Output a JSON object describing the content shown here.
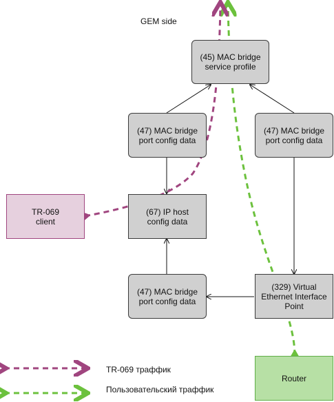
{
  "title": "GEM side",
  "colors": {
    "tr069": "#a0457f",
    "user": "#6cc13d",
    "node": "#d0d0d0"
  },
  "nodes": {
    "mac_bridge_profile": {
      "line1": "(45) MAC bridge",
      "line2": "service profile"
    },
    "port_config_left": {
      "line1": "(47) MAC bridge",
      "line2": "port config data"
    },
    "port_config_right": {
      "line1": "(47) MAC bridge",
      "line2": "port config data"
    },
    "ip_host": {
      "line1": "(67) IP host",
      "line2": "config data"
    },
    "tr069_client": {
      "line1": "TR-069",
      "line2": "client"
    },
    "port_config_bottom": {
      "line1": "(47) MAC bridge",
      "line2": "port config data"
    },
    "veip": {
      "line1": "(329) Virtual",
      "line2": "Ethernet Interface",
      "line3": "Point"
    },
    "router": {
      "label": "Router"
    }
  },
  "legend": {
    "tr069_label": "TR-069 траффик",
    "user_label": "Пользовательский траффик"
  }
}
